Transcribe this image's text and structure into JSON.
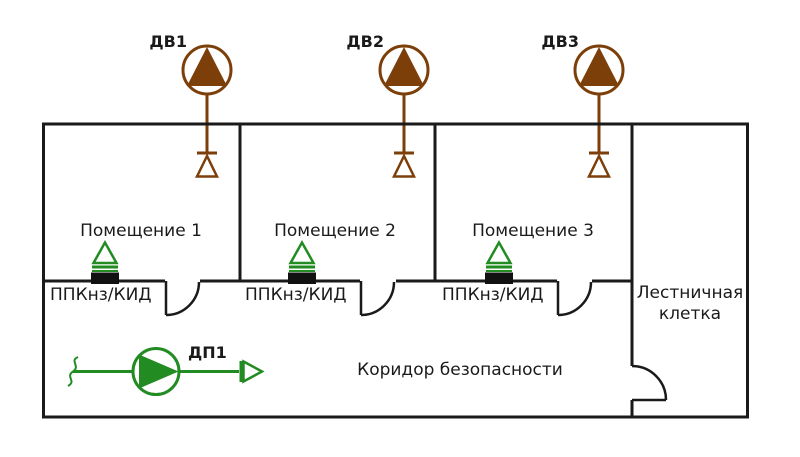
{
  "diagram": {
    "supply_fans": [
      {
        "label": "ДВ1"
      },
      {
        "label": "ДВ2"
      },
      {
        "label": "ДВ3"
      }
    ],
    "rooms": [
      {
        "name": "Помещение 1",
        "device_label": "ППКнз/КИД"
      },
      {
        "name": "Помещение 2",
        "device_label": "ППКнз/КИД"
      },
      {
        "name": "Помещение 3",
        "device_label": "ППКнз/КИД"
      }
    ],
    "corridor": {
      "name": "Коридор безопасности",
      "fan_label": "ДП1"
    },
    "stairwell": {
      "name": "Лестничная клетка"
    },
    "colors": {
      "supply_fan_brown": "#7D3F0A",
      "pressurization_green": "#228B22",
      "wall_black": "#1A1A1A",
      "device_box_black": "#111111"
    },
    "symbols": {
      "fan-icon": "circle with inscribed filled triangle",
      "air-outlet-icon": "bar with open triangle",
      "room-air-valve-icon": "open triangle over double line",
      "device-box-icon": "filled rectangle on wall",
      "flow-arrow-icon": "bar with open right-pointing triangle",
      "pipe-break-icon": "s-curve squiggle",
      "door-arc": "quarter-circle door swing"
    }
  }
}
